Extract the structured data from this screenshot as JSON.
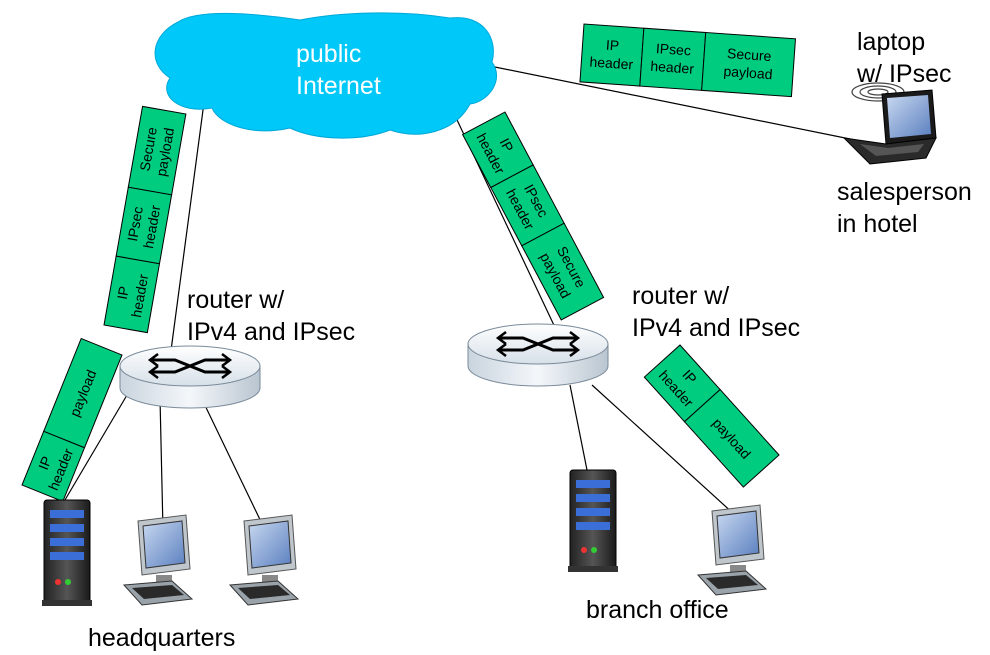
{
  "cloud": {
    "line1": "public",
    "line2": "Internet"
  },
  "laptop": {
    "line1": "laptop",
    "line2": "w/ IPsec"
  },
  "salesperson": {
    "line1": "salesperson",
    "line2": "in hotel"
  },
  "router_hq": {
    "line1": "router w/",
    "line2": "IPv4 and IPsec"
  },
  "router_branch": {
    "line1": "router w/",
    "line2": "IPv4 and IPsec"
  },
  "headquarters": "headquarters",
  "branch_office": "branch office",
  "packets": {
    "hq_tunnel": [
      {
        "l1": "Secure",
        "l2": "payload"
      },
      {
        "l1": "IPsec",
        "l2": "header"
      },
      {
        "l1": "IP",
        "l2": "header"
      }
    ],
    "hq_lan": [
      {
        "l1": "payload",
        "l2": ""
      },
      {
        "l1": "IP",
        "l2": "header"
      }
    ],
    "laptop_tunnel": [
      {
        "l1": "IP",
        "l2": "header"
      },
      {
        "l1": "IPsec",
        "l2": "header"
      },
      {
        "l1": "Secure",
        "l2": "payload"
      }
    ],
    "branch_tunnel": [
      {
        "l1": "IP",
        "l2": "header"
      },
      {
        "l1": "IPsec",
        "l2": "header"
      },
      {
        "l1": "Secure",
        "l2": "payload"
      }
    ],
    "branch_lan": [
      {
        "l1": "IP",
        "l2": "header"
      },
      {
        "l1": "payload",
        "l2": ""
      }
    ]
  },
  "icons": [
    "cloud-icon",
    "router-icon",
    "server-icon",
    "desktop-icon",
    "laptop-icon",
    "wireless-icon"
  ],
  "colors": {
    "cloud": "#00c8f8",
    "packet": "#00cc80",
    "router": "#e8eef4"
  }
}
